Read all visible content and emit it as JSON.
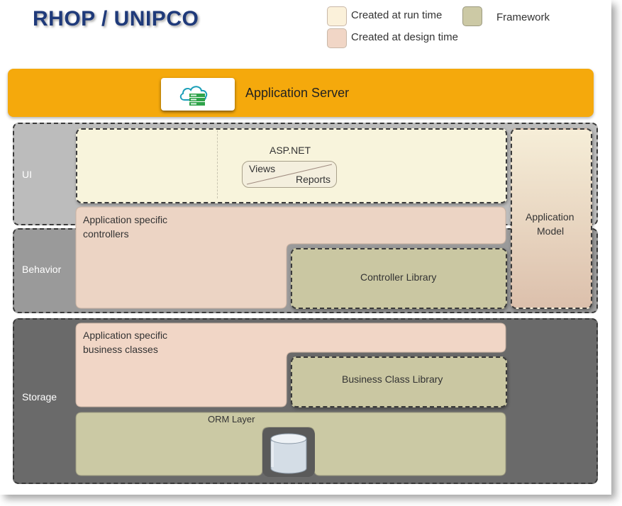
{
  "title": "RHOP / UNIPCO",
  "legend": [
    {
      "label": "Created at run time",
      "color": "#fbf1da"
    },
    {
      "label": "Created at design time",
      "color": "#f1d6c6"
    },
    {
      "label": "Framework",
      "color": "#ccc9a5"
    }
  ],
  "app_server": {
    "label": "Application Server",
    "icon": "cloud-server-icon"
  },
  "bands": {
    "ui": "UI",
    "behavior": "Behavior",
    "storage": "Storage"
  },
  "ui": {
    "aspnet": "ASP.NET",
    "views": "Views",
    "reports": "Reports"
  },
  "app_model": {
    "line1": "Application",
    "line2": "Model"
  },
  "behavior": {
    "controllers_line1": "Application specific",
    "controllers_line2": "controllers",
    "controller_library": "Controller Library"
  },
  "storage": {
    "business_line1": "Application specific",
    "business_line2": "business classes",
    "business_class_library": "Business Class Library",
    "orm_layer": "ORM Layer",
    "database_icon": "database-icon"
  },
  "colors": {
    "runtime": "#fbf1da",
    "design": "#f1d6c6",
    "framework": "#ccc9a5",
    "server": "#f5a90c",
    "title": "#1f3a7a"
  }
}
